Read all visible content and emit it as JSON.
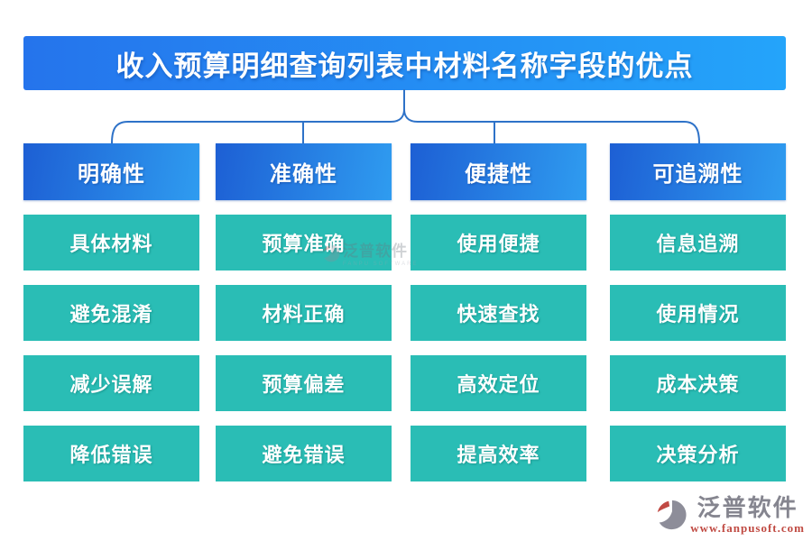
{
  "title": "收入预算明细查询列表中材料名称字段的优点",
  "columns": [
    {
      "header": "明确性",
      "items": [
        "具体材料",
        "避免混淆",
        "减少误解",
        "降低错误"
      ]
    },
    {
      "header": "准确性",
      "items": [
        "预算准确",
        "材料正确",
        "预算偏差",
        "避免错误"
      ]
    },
    {
      "header": "便捷性",
      "items": [
        "使用便捷",
        "快速查找",
        "高效定位",
        "提高效率"
      ]
    },
    {
      "header": "可追溯性",
      "items": [
        "信息追溯",
        "使用情况",
        "成本决策",
        "决策分析"
      ]
    }
  ],
  "branding": {
    "logo_text": "泛普软件",
    "logo_url": "www.fanpusoft.com",
    "watermark_text": "泛普软件",
    "watermark_subtext": "FANPU SOFTWARE"
  },
  "colors": {
    "banner_gradient_start": "#2574ec",
    "banner_gradient_end": "#24a4fa",
    "header_gradient_start": "#1d5fd4",
    "header_gradient_end": "#2f9cf0",
    "item_teal": "#2abdb5",
    "connector_blue": "#2e72c8",
    "logo_gray": "#85858f",
    "logo_red": "#c04a42"
  }
}
